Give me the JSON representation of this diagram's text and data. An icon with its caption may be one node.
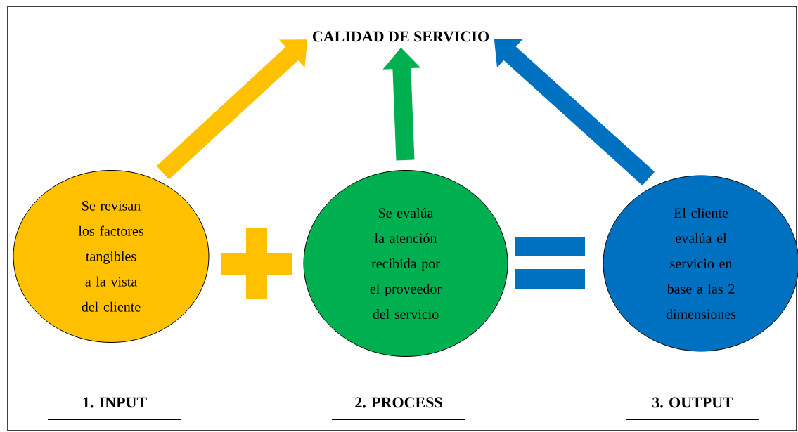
{
  "diagram": {
    "nodes": [
      {
        "text": [
          "CALIDAD DE SERVICIO"
        ]
      },
      {
        "text": [
          "Se revisan los factores tangibles a la vista del cliente"
        ]
      },
      {
        "text": [
          "Se evalúa la atención recibida por el proveedor del servicio"
        ]
      },
      {
        "text": [
          "El cliente evalúa el servicio en base a las 2 dimensiones"
        ]
      }
    ],
    "edges": [
      {
        "from": 1,
        "to": 0,
        "arrow": "to",
        "color": "#ffc000"
      },
      {
        "from": 2,
        "to": 0,
        "arrow": "to",
        "color": "#00b050"
      },
      {
        "from": 3,
        "to": 0,
        "arrow": "to",
        "color": "#0070c0"
      }
    ],
    "labels": [
      "1. INPUT",
      "2. PROCESS",
      "3. OUTPUT"
    ]
  }
}
